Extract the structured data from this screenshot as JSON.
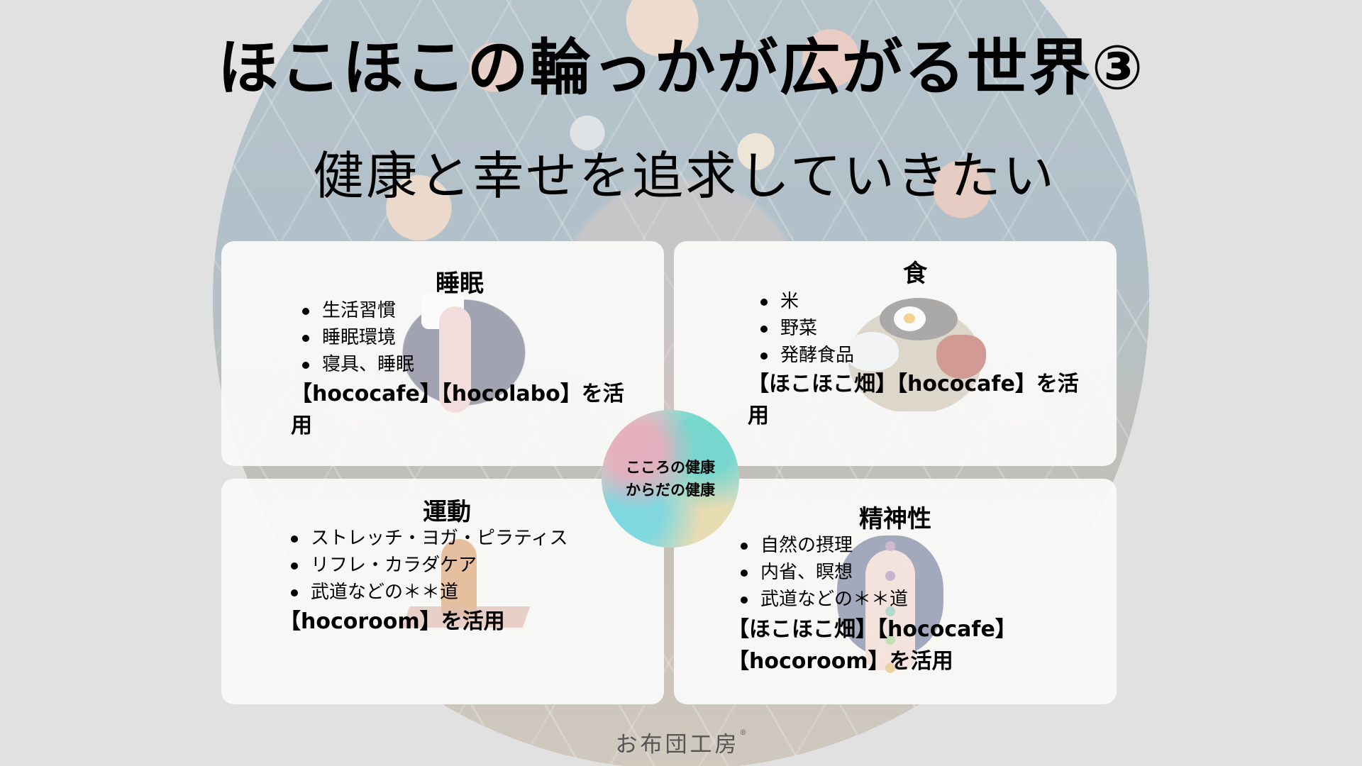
{
  "slide": {
    "title": "ほこほこの輪っかが広がる世界③",
    "subtitle": "健康と幸せを追求していきたい",
    "background_color": "#e1e1e1"
  },
  "center": {
    "line1": "こころの健康",
    "line2": "からだの健康"
  },
  "cards": {
    "sleep": {
      "heading": "睡眠",
      "items": [
        "生活習慣",
        "睡眠環境",
        "寝具、睡眠"
      ],
      "note": "【hococafe】【hocolabo】を活用",
      "illustration": "sleeping-woman-illustration"
    },
    "food": {
      "heading": "食",
      "items": [
        "米",
        "野菜",
        "発酵食品"
      ],
      "note": "【ほこほこ畑】【hococafe】を活用",
      "illustration": "japanese-meal-illustration"
    },
    "exercise": {
      "heading": "運動",
      "items": [
        "ストレッチ・ヨガ・ピラティス",
        "リフレ・カラダケア",
        "武道などの＊＊道"
      ],
      "note": "【hocoroom】を活用",
      "illustration": "stretching-person-illustration"
    },
    "spirit": {
      "heading": "精神性",
      "items": [
        "自然の摂理",
        "内省、瞑想",
        "武道などの＊＊道"
      ],
      "note_line1": "【ほこほこ畑】【hococafe】",
      "note_line2": "【hocoroom】を活用",
      "illustration": "meditation-chakra-illustration"
    }
  },
  "footer": {
    "logo": "お布団工房",
    "registered_mark": "®"
  }
}
